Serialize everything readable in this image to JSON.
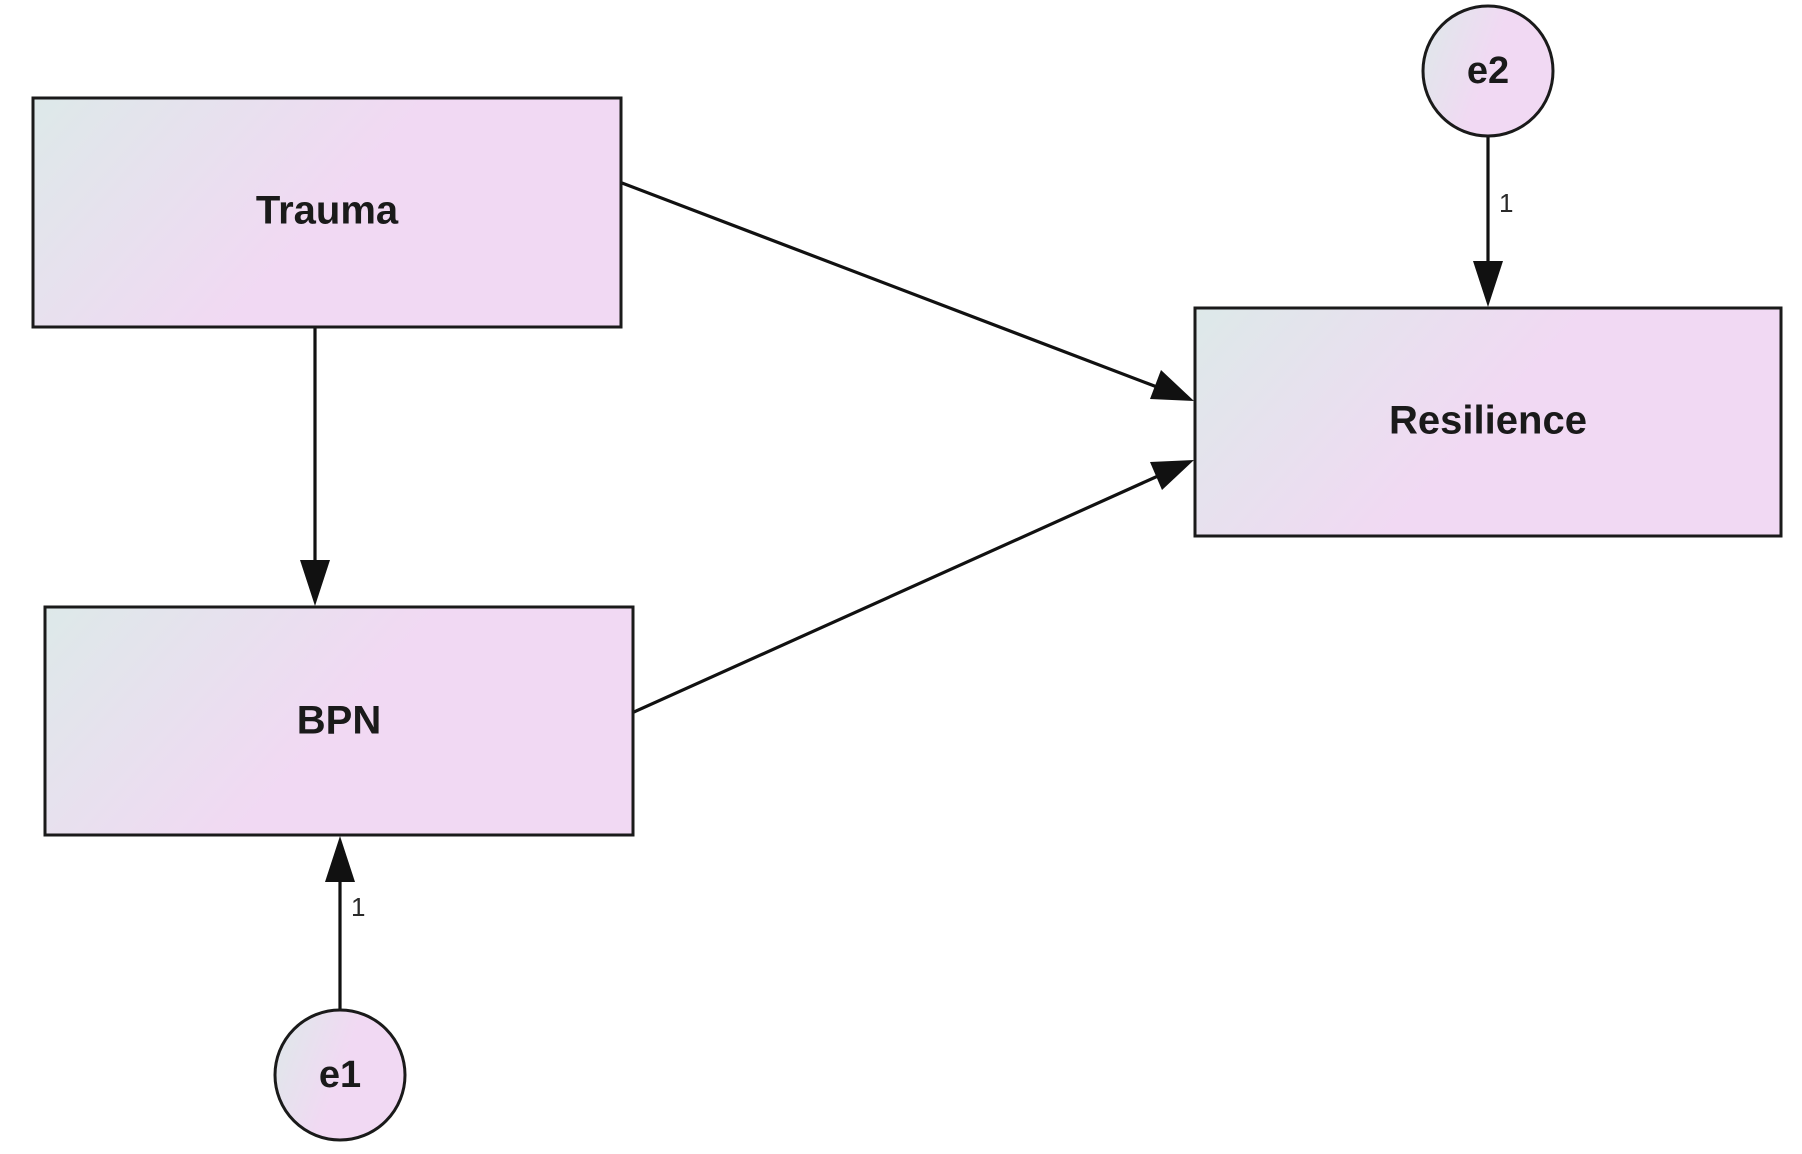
{
  "colors": {
    "node_fill_start": "#dde9e9",
    "node_fill_end": "#f1d9f3",
    "stroke": "#1a1a1a"
  },
  "nodes": {
    "trauma": {
      "label": "Trauma"
    },
    "bpn": {
      "label": "BPN"
    },
    "resilience": {
      "label": "Resilience"
    },
    "e1": {
      "label": "e1"
    },
    "e2": {
      "label": "e2"
    }
  },
  "paths": {
    "e1_to_bpn": {
      "label": "1"
    },
    "e2_to_resilience": {
      "label": "1"
    }
  }
}
